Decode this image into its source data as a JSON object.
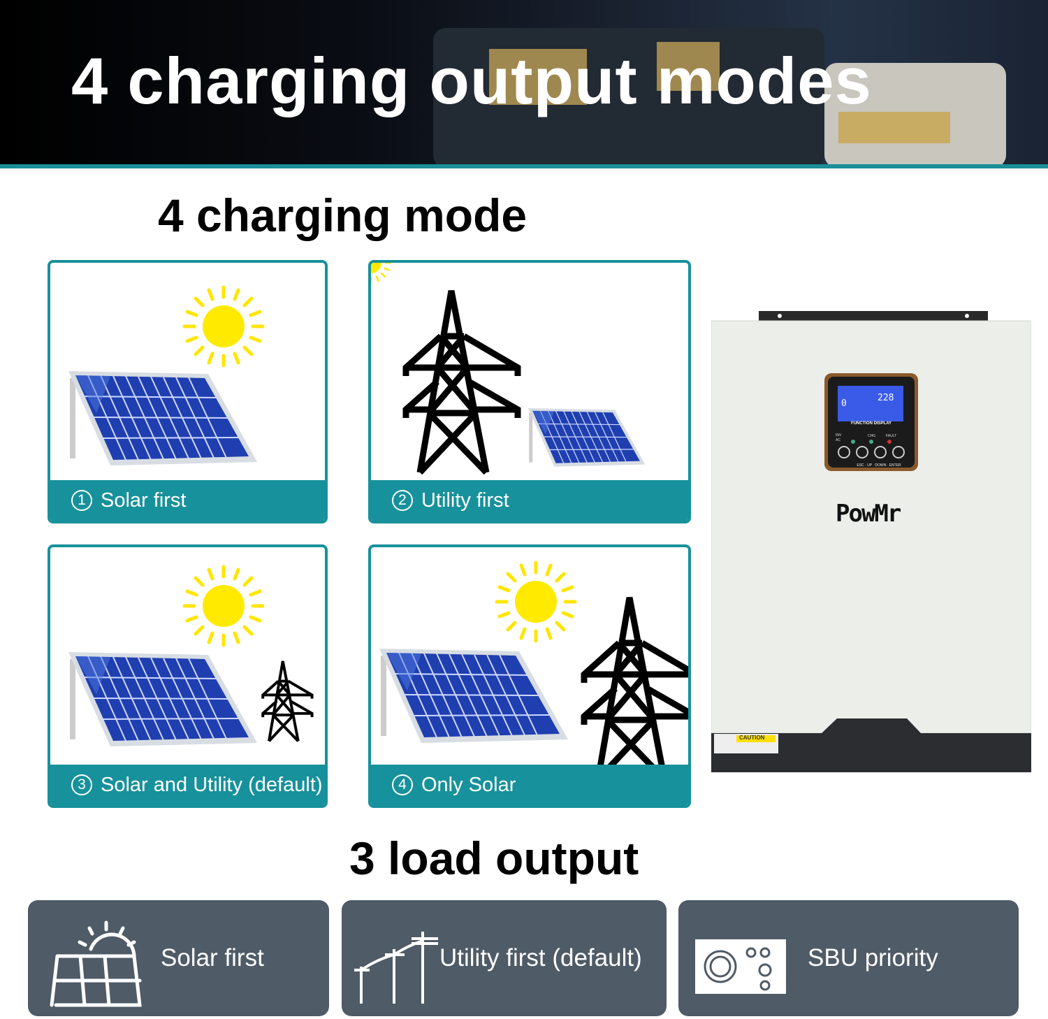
{
  "header": {
    "title": "4 charging output modes"
  },
  "charging": {
    "heading": "4 charging mode",
    "modes": [
      {
        "num": "1",
        "label": "Solar first"
      },
      {
        "num": "2",
        "label": "Utility first"
      },
      {
        "num": "3",
        "label": "Solar and Utility (default)"
      },
      {
        "num": "4",
        "label": "Only Solar"
      }
    ]
  },
  "device": {
    "brand": "PowMr",
    "lcd_left": "0",
    "lcd_right": "228",
    "display_label": "FUNCTION DISPLAY",
    "indicators": [
      "INV",
      "AC",
      "CHG",
      "FAULT"
    ],
    "buttons": [
      "ESC",
      "UP",
      "DOWN",
      "ENTER"
    ],
    "caution": "CAUTION"
  },
  "load": {
    "heading": "3 load output",
    "items": [
      {
        "label": "Solar first",
        "icon": "solar-panel-sun-icon"
      },
      {
        "label": "Utility first (default)",
        "icon": "power-lines-icon"
      },
      {
        "label": "SBU priority",
        "icon": "circuit-board-icon"
      }
    ]
  },
  "colors": {
    "teal": "#17919b",
    "panel_gray": "#4f5b66",
    "sun": "#ffe600",
    "solar_blue": "#1f3fb0"
  }
}
